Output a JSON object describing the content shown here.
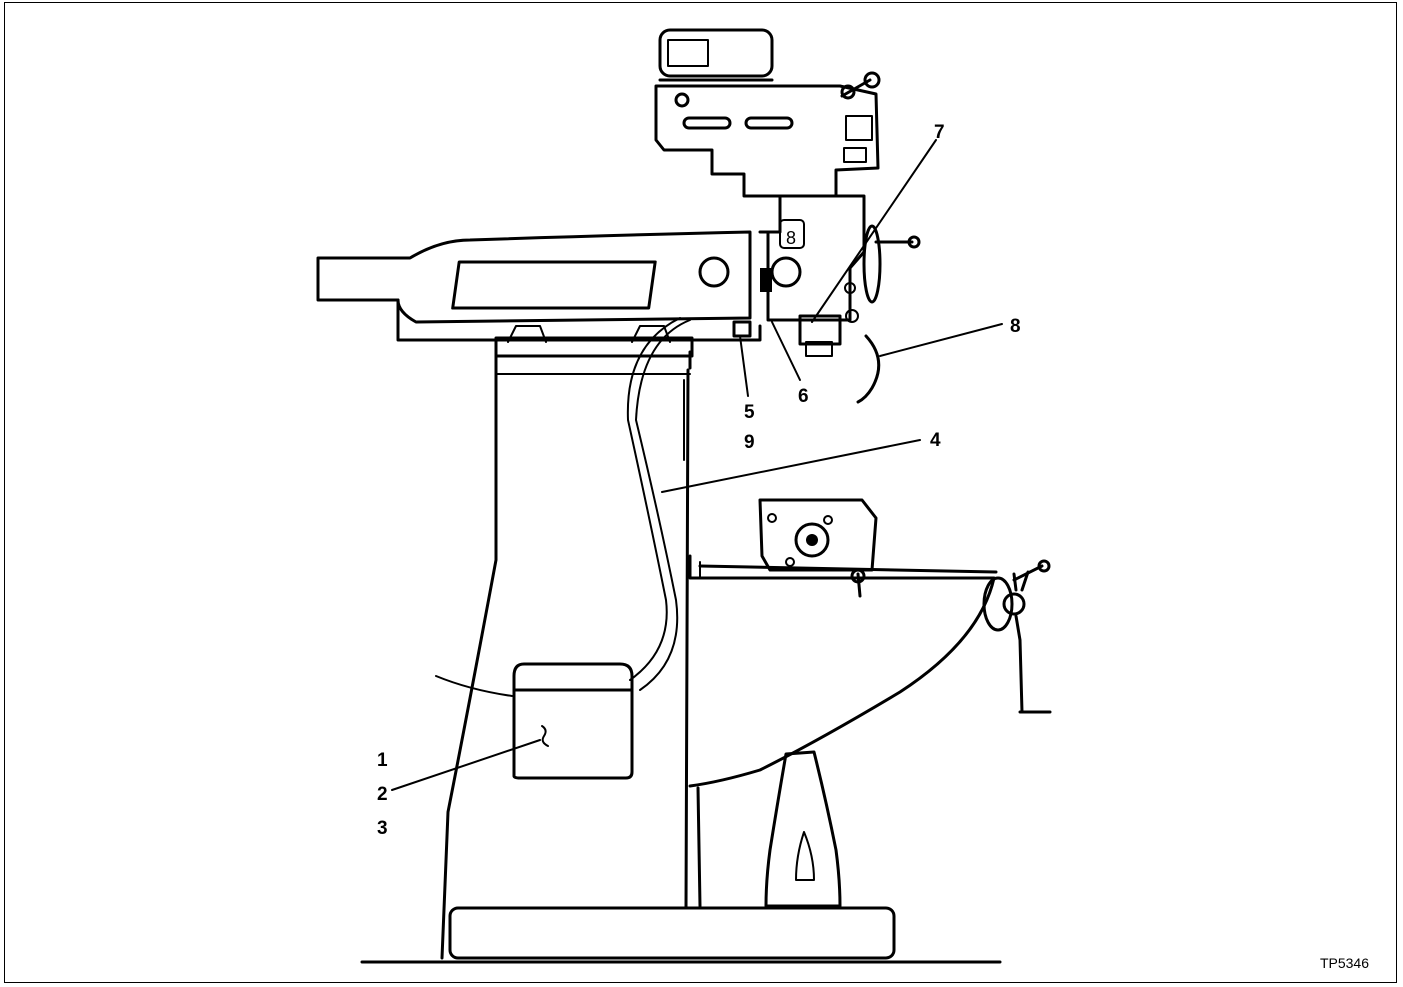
{
  "figure": {
    "id": "TP5346",
    "callouts": [
      "1",
      "2",
      "3",
      "4",
      "5",
      "9",
      "6",
      "7",
      "8"
    ]
  },
  "colors": {
    "ink": "#000000",
    "background": "#ffffff"
  }
}
